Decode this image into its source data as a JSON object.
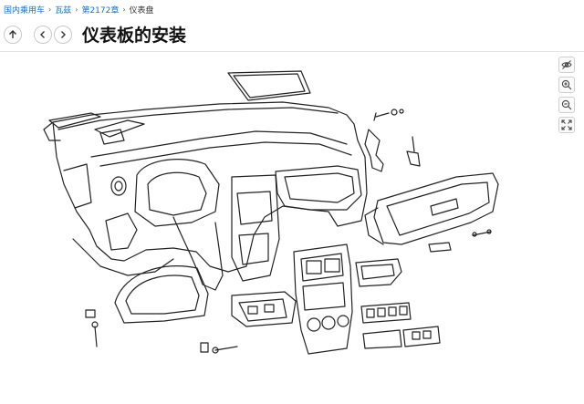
{
  "breadcrumb": {
    "items": [
      "国内乘用车",
      "瓦兹",
      "第2172章"
    ],
    "current": "仪表盘"
  },
  "header": {
    "title": "仪表板的安装"
  },
  "icons": {
    "up": "arrow-up-icon",
    "prev": "chevron-left-icon",
    "next": "chevron-right-icon",
    "hide": "eye-off-icon",
    "zoom_in": "zoom-in-icon",
    "zoom_out": "zoom-out-icon",
    "fit": "fullscreen-icon"
  },
  "colors": {
    "link": "#1a6fc9",
    "title": "#111111",
    "border": "#c9c9c9"
  }
}
